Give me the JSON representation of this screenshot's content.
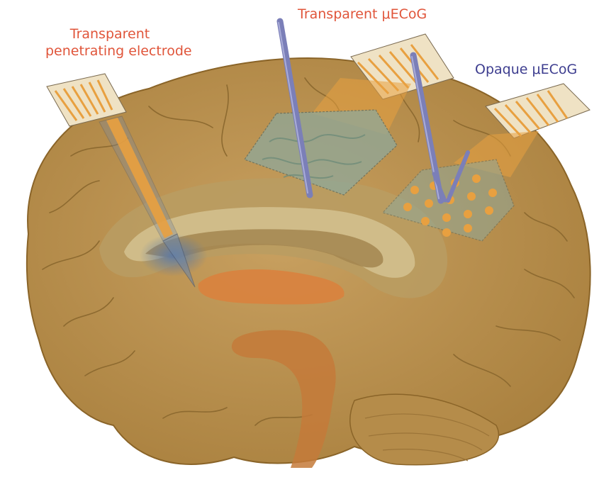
{
  "labels": {
    "penetrating_line1": "Transparent",
    "penetrating_line2": "penetrating electrode",
    "transparent_ecog": "Transparent μECoG",
    "opaque_ecog": "Opaque μECoG"
  },
  "colors": {
    "label_orange": "#e0553a",
    "label_purple": "#3d3d8f",
    "brain_outer": "#c29a55",
    "brain_inner": "#a98848",
    "limbic_band": "#b8a173",
    "thalamus": "#d98240",
    "probe_blue": "#7b7fb8",
    "electrode_trace": "#e8a040",
    "transparent_film": "#8fa89a"
  },
  "icons": {
    "penetrating_probe": "penetrating-probe-icon",
    "transparent_array": "transparent-array-icon",
    "opaque_array": "opaque-array-icon"
  }
}
